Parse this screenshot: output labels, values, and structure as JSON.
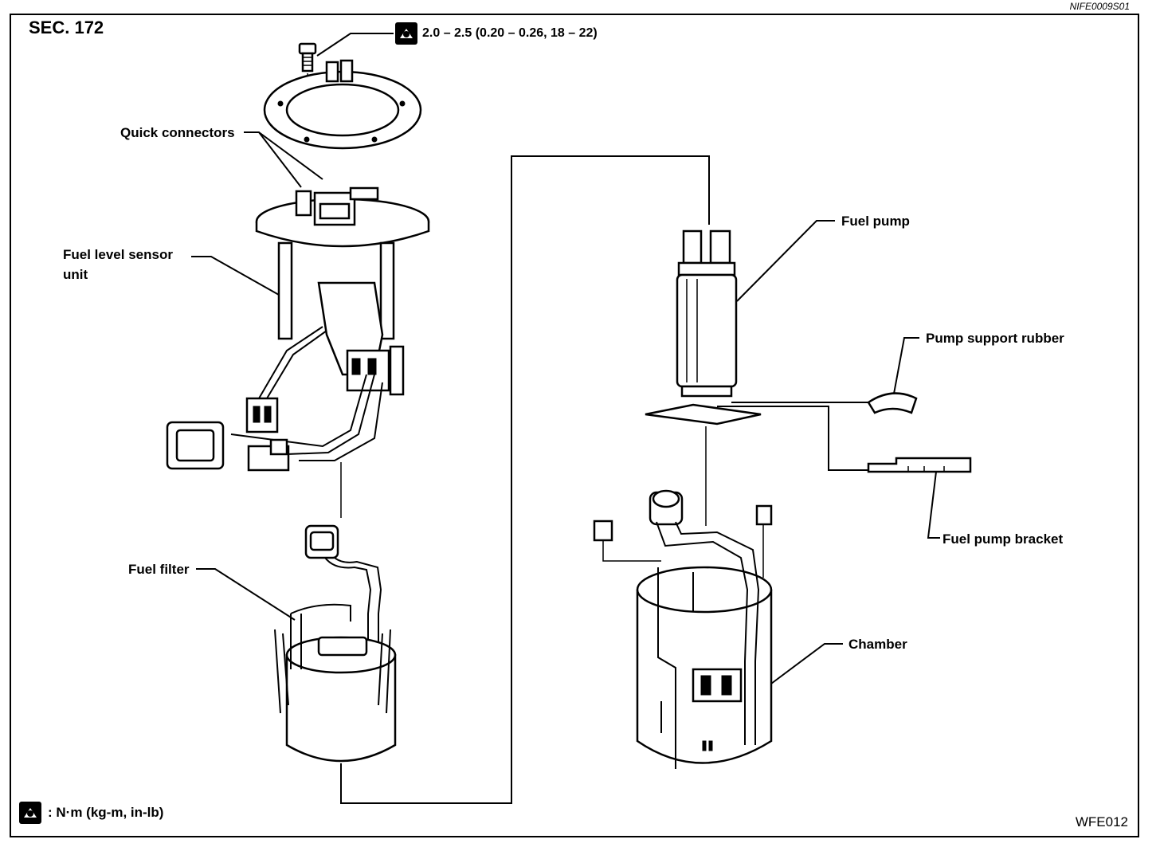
{
  "header": {
    "doc_id": "NIFE0009S01",
    "section": "SEC. 172",
    "torque_spec": "2.0 – 2.5 (0.20 – 0.26, 18 – 22)"
  },
  "labels": {
    "quick_connectors": "Quick connectors",
    "fuel_level_sensor_line1": "Fuel level sensor",
    "fuel_level_sensor_line2": "unit",
    "fuel_filter": "Fuel filter",
    "fuel_pump": "Fuel pump",
    "pump_support_rubber": "Pump support rubber",
    "fuel_pump_bracket": "Fuel pump bracket",
    "chamber": "Chamber"
  },
  "footer": {
    "legend": ": N·m (kg-m, in-lb)",
    "figure_code": "WFE012"
  },
  "icons": {
    "torque": "torque-wrench-icon"
  }
}
